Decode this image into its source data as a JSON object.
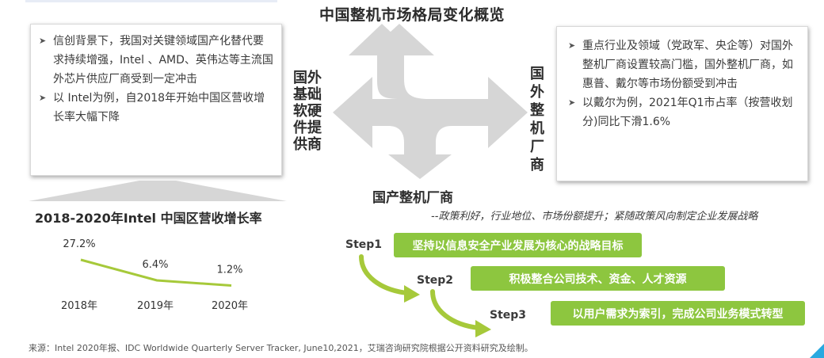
{
  "title": "中国整机市场格局变化概览",
  "left_panel": {
    "bullets": [
      "信创背景下，我国对关键领域国产化替代要求持续增强，Intel 、AMD、英伟达等主流国外芯片供应厂商受到一定冲击",
      "以 Intel为例，自2018年开始中国区营收增长率大幅下降"
    ]
  },
  "right_panel": {
    "bullets": [
      "重点行业及领域（党政军、央企等）对国外整机厂商设置较高门槛，国外整机厂商，如惠普、戴尔等市场份额受到冲击",
      "以戴尔为例，2021年Q1市占率（按营收划分)同比下滑1.6%"
    ]
  },
  "side_left_lines": [
    "国外",
    "基础",
    "软硬",
    "件提",
    "供商"
  ],
  "side_right_lines": [
    "国",
    "外",
    "整",
    "机",
    "厂",
    "商"
  ],
  "domestic": {
    "title": "国产整机厂商",
    "subtitle": "--政策利好，行业地位、市场份额提升；紧随政策风向制定企业发展战略"
  },
  "chart_data": {
    "type": "line",
    "title": "2018-2020年Intel 中国区营收增长率",
    "categories": [
      "2018年",
      "2019年",
      "2020年"
    ],
    "value_labels": [
      "27.2%",
      "6.4%",
      "1.2%"
    ],
    "values": [
      27.2,
      6.4,
      1.2
    ],
    "line_color": "#a6c93a"
  },
  "steps": [
    {
      "label": "Step1",
      "text": "坚持以信息安全产业发展为核心的战略目标"
    },
    {
      "label": "Step2",
      "text": "积极整合公司技术、资金、人才资源"
    },
    {
      "label": "Step3",
      "text": "以用户需求为索引，完成公司业务模式转型"
    }
  ],
  "source": "来源：Intel 2020年报、IDC Worldwide Quarterly Server Tracker, June10,2021，艾瑞咨询研究院根据公开资料研究及绘制。",
  "colors": {
    "accent_green": "#8dc63f",
    "arrow_gray": "#d6d6d6",
    "corner_blue": "#29a9e0"
  }
}
